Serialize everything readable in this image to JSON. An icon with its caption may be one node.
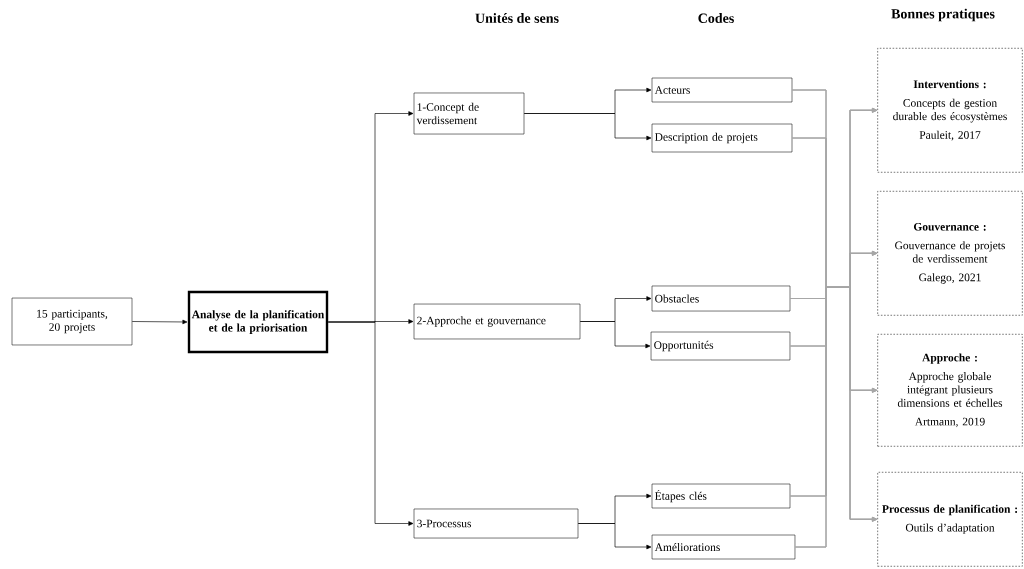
{
  "diagram": {
    "nodes": [
      {
        "text": [
          "15 participants, 20 projets"
        ]
      },
      {
        "text": [
          "Analyse de la planification et de la priorisation"
        ]
      },
      {
        "text": [
          "1-Concept de verdissement"
        ]
      },
      {
        "text": [
          "2-Approche et gouvernance"
        ]
      },
      {
        "text": [
          "3-Processus"
        ]
      },
      {
        "text": [
          "Acteurs"
        ]
      },
      {
        "text": [
          "Description de projets"
        ]
      },
      {
        "text": [
          "Obstacles"
        ]
      },
      {
        "text": [
          "Opportunités"
        ]
      },
      {
        "text": [
          "Étapes clés"
        ]
      },
      {
        "text": [
          "Améliorations"
        ]
      },
      {
        "text": [
          "Interventions :",
          "Concepts de gestion durable des écosystèmes",
          "Pauleit, 2017"
        ]
      },
      {
        "text": [
          "Gouvernance :",
          "Gouvernance de projets de verdissement",
          "Galego, 2021"
        ]
      },
      {
        "text": [
          "Approche :",
          "Approche globale intégrant plusieurs dimensions et échelles",
          "Artmann, 2019"
        ]
      },
      {
        "text": [
          "Processus de planification :",
          "Outils d’adaptation"
        ]
      }
    ],
    "edges": [
      {
        "from": 0,
        "to": 1,
        "arrow": "to",
        "color": "#000000"
      },
      {
        "from": 1,
        "to": 2,
        "arrow": "to",
        "color": "#000000"
      },
      {
        "from": 1,
        "to": 3,
        "arrow": "to",
        "color": "#000000"
      },
      {
        "from": 1,
        "to": 4,
        "arrow": "to",
        "color": "#000000"
      },
      {
        "from": 2,
        "to": 5,
        "arrow": "to",
        "color": "#000000"
      },
      {
        "from": 2,
        "to": 6,
        "arrow": "to",
        "color": "#000000"
      },
      {
        "from": 3,
        "to": 7,
        "arrow": "to",
        "color": "#000000"
      },
      {
        "from": 3,
        "to": 8,
        "arrow": "to",
        "color": "#000000"
      },
      {
        "from": 4,
        "to": 9,
        "arrow": "to",
        "color": "#000000"
      },
      {
        "from": 4,
        "to": 10,
        "arrow": "to",
        "color": "#000000"
      },
      {
        "from": 5,
        "to": 11,
        "arrow": "to",
        "color": "#a6a6a6"
      },
      {
        "from": 5,
        "to": 12,
        "arrow": "to",
        "color": "#a6a6a6"
      },
      {
        "from": 5,
        "to": 13,
        "arrow": "to",
        "color": "#a6a6a6"
      },
      {
        "from": 5,
        "to": 14,
        "arrow": "to",
        "color": "#a6a6a6"
      },
      {
        "from": 6,
        "to": 11,
        "arrow": "to",
        "color": "#a6a6a6"
      },
      {
        "from": 6,
        "to": 12,
        "arrow": "to",
        "color": "#a6a6a6"
      },
      {
        "from": 6,
        "to": 13,
        "arrow": "to",
        "color": "#a6a6a6"
      },
      {
        "from": 6,
        "to": 14,
        "arrow": "to",
        "color": "#a6a6a6"
      },
      {
        "from": 7,
        "to": 11,
        "arrow": "to",
        "color": "#a6a6a6"
      },
      {
        "from": 7,
        "to": 12,
        "arrow": "to",
        "color": "#a6a6a6"
      },
      {
        "from": 7,
        "to": 13,
        "arrow": "to",
        "color": "#a6a6a6"
      },
      {
        "from": 7,
        "to": 14,
        "arrow": "to",
        "color": "#a6a6a6"
      },
      {
        "from": 8,
        "to": 11,
        "arrow": "to",
        "color": "#a6a6a6"
      },
      {
        "from": 8,
        "to": 12,
        "arrow": "to",
        "color": "#a6a6a6"
      },
      {
        "from": 8,
        "to": 13,
        "arrow": "to",
        "color": "#a6a6a6"
      },
      {
        "from": 8,
        "to": 14,
        "arrow": "to",
        "color": "#a6a6a6"
      },
      {
        "from": 9,
        "to": 11,
        "arrow": "to",
        "color": "#a6a6a6"
      },
      {
        "from": 9,
        "to": 12,
        "arrow": "to",
        "color": "#a6a6a6"
      },
      {
        "from": 9,
        "to": 13,
        "arrow": "to",
        "color": "#a6a6a6"
      },
      {
        "from": 9,
        "to": 14,
        "arrow": "to",
        "color": "#a6a6a6"
      },
      {
        "from": 10,
        "to": 11,
        "arrow": "to",
        "color": "#a6a6a6"
      },
      {
        "from": 10,
        "to": 12,
        "arrow": "to",
        "color": "#a6a6a6"
      },
      {
        "from": 10,
        "to": 13,
        "arrow": "to",
        "color": "#a6a6a6"
      },
      {
        "from": 10,
        "to": 14,
        "arrow": "to",
        "color": "#a6a6a6"
      }
    ],
    "labels": [
      "Unités de sens",
      "Codes",
      "Bonnes pratiques"
    ]
  }
}
